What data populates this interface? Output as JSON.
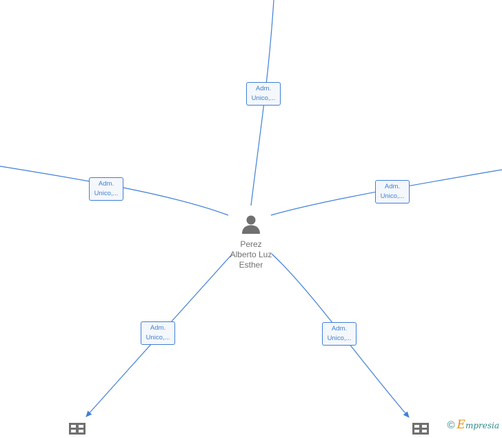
{
  "center_person": {
    "name_lines": [
      "Perez",
      "Alberto Luz",
      "Esther"
    ],
    "icon": "person-icon"
  },
  "relations": [
    {
      "line1": "Adm.",
      "line2": "Unico,..."
    },
    {
      "line1": "Adm.",
      "line2": "Unico,..."
    },
    {
      "line1": "Adm.",
      "line2": "Unico,..."
    },
    {
      "line1": "Adm.",
      "line2": "Unico,..."
    },
    {
      "line1": "Adm.",
      "line2": "Unico,..."
    }
  ],
  "companies": [
    {
      "icon": "building-icon"
    },
    {
      "icon": "building-icon"
    }
  ],
  "brand": {
    "copyright": "©",
    "initial": "E",
    "rest": "mpresia"
  },
  "colors": {
    "edge": "#3f7fd6",
    "label_bg": "#f4f7fb",
    "node_icon": "#707070",
    "brand_accent": "#e8901a"
  }
}
